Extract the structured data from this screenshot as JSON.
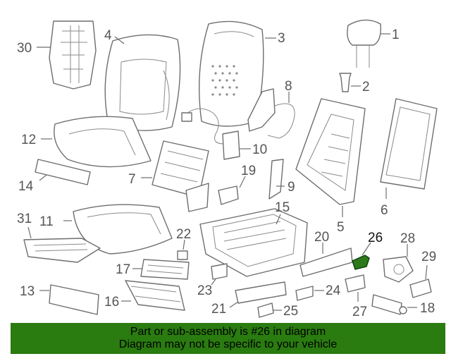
{
  "diagram": {
    "highlight_color": "#2c7a1c",
    "labels": {
      "p1": "1",
      "p2": "2",
      "p3": "3",
      "p4": "4",
      "p5": "5",
      "p6": "6",
      "p7": "7",
      "p8": "8",
      "p9": "9",
      "p10": "10",
      "p11": "11",
      "p12": "12",
      "p13": "13",
      "p14": "14",
      "p15": "15",
      "p16": "16",
      "p17": "17",
      "p18": "18",
      "p19": "19",
      "p20": "20",
      "p21": "21",
      "p22": "22",
      "p23": "23",
      "p24": "24",
      "p25": "25",
      "p26": "26",
      "p27": "27",
      "p28": "28",
      "p29": "29",
      "p30": "30",
      "p31": "31"
    }
  },
  "banner": {
    "background": "#2a7b10",
    "line1": "Part or sub-assembly is #26 in diagram",
    "line2": "Diagram may not be specific to your vehicle"
  }
}
